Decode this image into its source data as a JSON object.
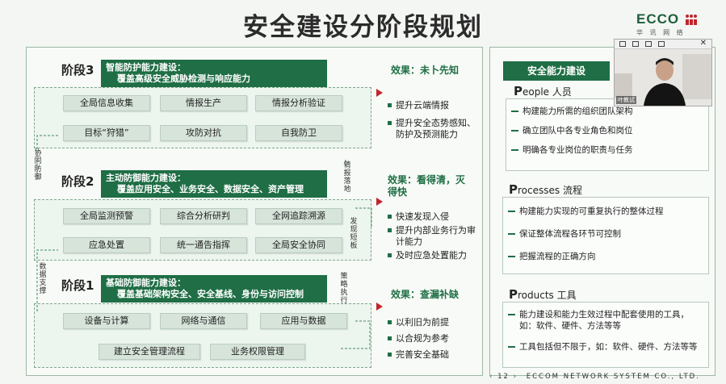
{
  "title": "安全建设分阶段规划",
  "logo": {
    "name": "ECCO",
    "sub": "华 讯 网 络"
  },
  "stage3": {
    "label": "阶段3",
    "box_line1": "智能防护能力建设：",
    "box_line2": "覆盖高级安全威胁检测与响应能力",
    "row1": [
      "全局信息收集",
      "情报生产",
      "情报分析验证"
    ],
    "row2": [
      "目标“狩猎”",
      "攻防对抗",
      "自我防卫"
    ],
    "effect": "效果：未卜先知",
    "items": [
      "提升云端情报",
      "提升安全态势感知、防护及预测能力"
    ]
  },
  "stage2": {
    "label": "阶段2",
    "box_line1": "主动防御能力建设：",
    "box_line2": "覆盖应用安全、业务安全、数据安全、资产管理",
    "row1": [
      "全局监测预警",
      "综合分析研判",
      "全网追踪溯源"
    ],
    "row2": [
      "应急处置",
      "统一通告指挥",
      "全局安全协同"
    ],
    "effect": "效果：看得清，灭得快",
    "items": [
      "快速发现入侵",
      "提升内部业务行为审计能力",
      "及时应急处置能力"
    ]
  },
  "stage1": {
    "label": "阶段1",
    "box_line1": "基础防御能力建设：",
    "box_line2": "覆盖基础架构安全、安全基线、身份与访问控制",
    "row1": [
      "设备与计算",
      "网络与通信",
      "应用与数据"
    ],
    "row2": [
      "建立安全管理流程",
      "业务权限管理"
    ],
    "effect": "效果：查漏补缺",
    "items": [
      "以利旧为前提",
      "以合规为参考",
      "完善安全基础"
    ]
  },
  "side_labels": {
    "xietong": "协同防御",
    "qingbao": "情报落地",
    "faxian": "发现短板",
    "shuju": "数据支撑",
    "celue": "策略执行"
  },
  "right": {
    "header": "安全能力建设",
    "people": {
      "initial": "P",
      "rest": "eople 人员",
      "items": [
        "构建能力所需的组织团队架构",
        "确立团队中各专业角色和岗位",
        "明确各专业岗位的职责与任务"
      ]
    },
    "processes": {
      "initial": "P",
      "rest": "rocesses 流程",
      "items": [
        "构建能力实现的可重复执行的整体过程",
        "保证整体流程各环节可控制",
        "把握流程的正确方向"
      ]
    },
    "products": {
      "initial": "P",
      "rest": "roducts 工具",
      "items": [
        "能力建设和能力生效过程中配套使用的工具，如：软件、硬件、方法等等",
        "工具包括但不限于，如：软件、硬件、方法等等"
      ]
    }
  },
  "video": {
    "name_tag": "叶教试"
  },
  "footer": {
    "page": "12",
    "company": "ECCOM NETWORK SYSTEM CO., LTD."
  },
  "colors": {
    "brand": "#1f6e45",
    "arrow": "#c0262c"
  }
}
